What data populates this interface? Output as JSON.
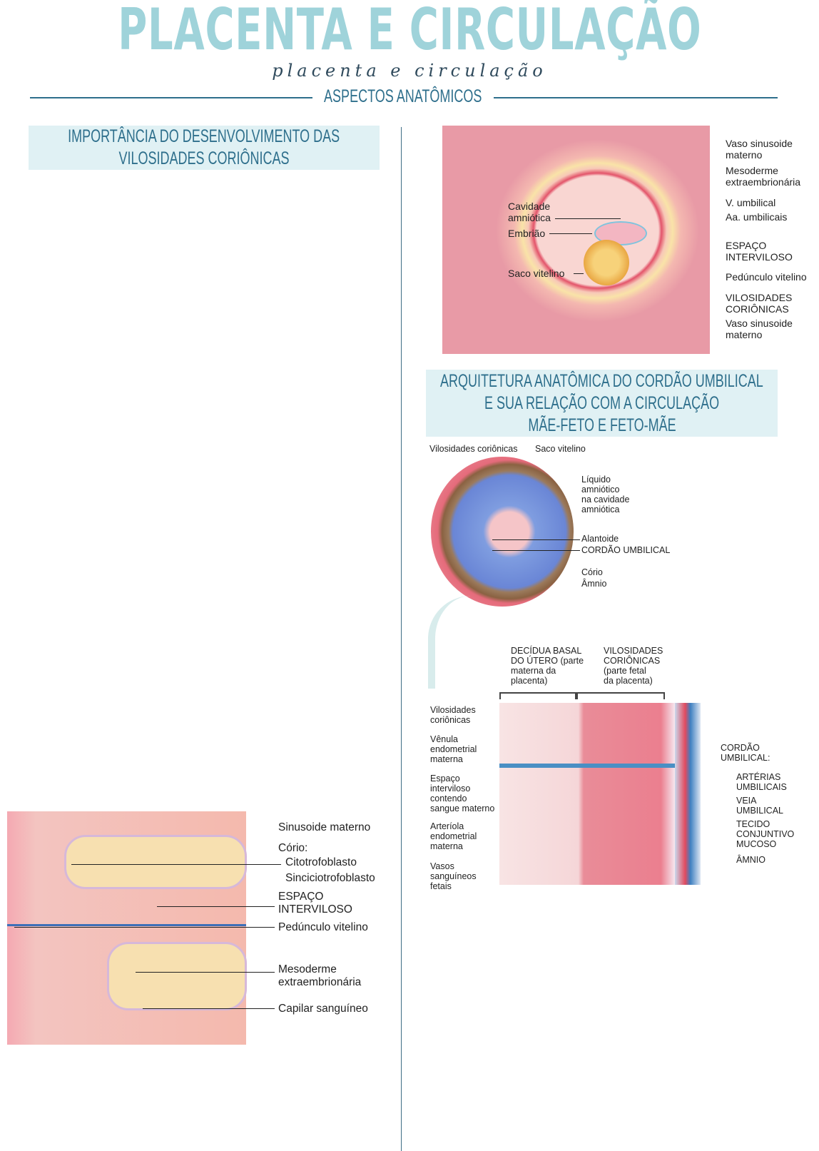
{
  "header": {
    "title": "PLACENTA E CIRCULAÇÃO",
    "script_title": "placenta e circulação",
    "subtitle": "ASPECTOS ANATÔMICOS"
  },
  "left_section": {
    "heading_line1": "IMPORTÂNCIA DO DESENVOLVIMENTO DAS",
    "heading_line2": "VILOSIDADES CORIÔNICAS",
    "figure_labels": {
      "sinusoide": "Sinusoide materno",
      "corio": "Cório:",
      "citotrofoblasto": "Citotrofoblasto",
      "sinciciotrofoblasto": "Sinciciotrofoblasto",
      "espaco1": "ESPAÇO",
      "espaco2": "INTERVILOSO",
      "pedunculo": "Pedúnculo vitelino",
      "mesoderme1": "Mesoderme",
      "mesoderme2": "extraembrionária",
      "capilar": "Capilar sanguíneo"
    }
  },
  "right_top_figure": {
    "labels": {
      "vaso1a": "Vaso sinusoide",
      "vaso1b": "materno",
      "meso_a": "Mesoderme",
      "meso_b": "extraembrionária",
      "v_umb": "V. umbilical",
      "aa_umb": "Aa. umbilicais",
      "esp_a": "ESPAÇO",
      "esp_b": "INTERVILOSO",
      "ped": "Pedúnculo vitelino",
      "vil_a": "VILOSIDADES",
      "vil_b": "CORIÔNICAS",
      "vaso2a": "Vaso sinusoide",
      "vaso2b": "materno",
      "cav_a": "Cavidade",
      "cav_b": "amniótica",
      "embriao": "Embrião",
      "saco": "Saco vitelino"
    }
  },
  "right_section": {
    "heading_line1": "ARQUITETURA ANATÔMICA DO CORDÃO UMBILICAL",
    "heading_line2": "E SUA RELAÇÃO COM A CIRCULAÇÃO",
    "heading_line3": "MÃE-FETO E FETO-MÃE",
    "figure_top": {
      "vil": "Vilosidades coriônicas",
      "saco": "Saco vitelino",
      "liq1": "Líquido",
      "liq2": "amniótico",
      "liq3": "na cavidade",
      "liq4": "amniótica",
      "alantoide": "Alantoide",
      "cordao": "CORDÃO UMBILICAL",
      "corio": "Cório",
      "amnio": "Âmnio"
    },
    "figure_bottom": {
      "dec1": "DECÍDUA BASAL",
      "dec2": "DO ÚTERO (parte",
      "dec3": "materna da",
      "dec4": "placenta)",
      "vc1": "VILOSIDADES",
      "vc2": "CORIÔNICAS",
      "vc3": "(parte fetal",
      "vc4": "da placenta)",
      "l1a": "Vilosidades",
      "l1b": "coriônicas",
      "l2a": "Vênula",
      "l2b": "endometrial",
      "l2c": "materna",
      "l3a": "Espaço",
      "l3b": "interviloso",
      "l3c": "contendo",
      "l3d": "sangue materno",
      "l4a": "Arteríola",
      "l4b": "endometrial",
      "l4c": "materna",
      "l5a": "Vasos",
      "l5b": "sanguíneos",
      "l5c": "fetais",
      "r1a": "CORDÃO",
      "r1b": "UMBILICAL:",
      "r2a": "ARTÉRIAS",
      "r2b": "UMBILICAIS",
      "r3a": "VEIA",
      "r3b": "UMBILICAL",
      "r4a": "TECIDO",
      "r4b": "CONJUNTIVO",
      "r4c": "MUCOSO",
      "r5": "ÂMNIO"
    }
  }
}
